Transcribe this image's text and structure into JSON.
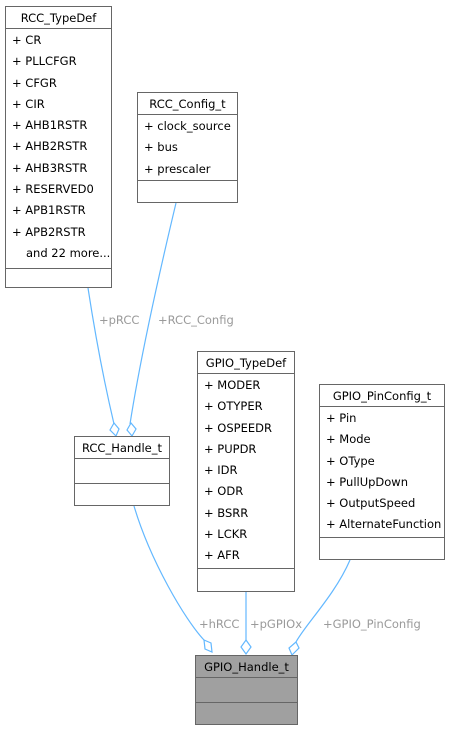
{
  "colors": {
    "edge": "#63b8ff",
    "box_border": "#666666",
    "highlight_fill": "#a0a0a0",
    "label": "#9a9a9a"
  },
  "classes": {
    "rcc_typedef": {
      "title": "RCC_TypeDef",
      "attrs": [
        "+ CR",
        "+ PLLCFGR",
        "+ CFGR",
        "+ CIR",
        "+ AHB1RSTR",
        "+ AHB2RSTR",
        "+ AHB3RSTR",
        "+ RESERVED0",
        "+ APB1RSTR",
        "+ APB2RSTR"
      ],
      "more": "and 22 more..."
    },
    "rcc_config": {
      "title": "RCC_Config_t",
      "attrs": [
        "+ clock_source",
        "+ bus",
        "+ prescaler"
      ]
    },
    "rcc_handle": {
      "title": "RCC_Handle_t"
    },
    "gpio_typedef": {
      "title": "GPIO_TypeDef",
      "attrs": [
        "+ MODER",
        "+ OTYPER",
        "+ OSPEEDR",
        "+ PUPDR",
        "+ IDR",
        "+ ODR",
        "+ BSRR",
        "+ LCKR",
        "+ AFR"
      ]
    },
    "gpio_pinconfig": {
      "title": "GPIO_PinConfig_t",
      "attrs": [
        "+ Pin",
        "+ Mode",
        "+ OType",
        "+ PullUpDown",
        "+ OutputSpeed",
        "+ AlternateFunction"
      ]
    },
    "gpio_handle": {
      "title": "GPIO_Handle_t"
    }
  },
  "edges": {
    "prcc": "+pRCC",
    "rcc_config": "+RCC_Config",
    "hrcc": "+hRCC",
    "pgpiox": "+pGPIOx",
    "gpio_pinconfig": "+GPIO_PinConfig"
  }
}
